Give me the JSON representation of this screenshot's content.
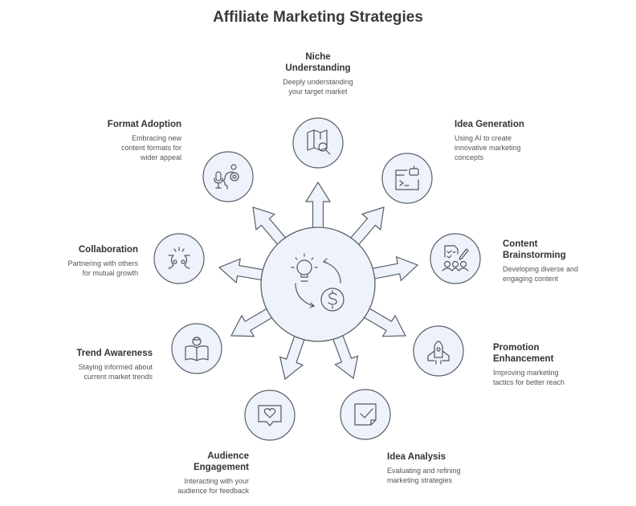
{
  "title": "Affiliate Marketing Strategies",
  "colors": {
    "fill": "#edf2fb",
    "stroke": "#5a5f68",
    "text": "#333333"
  },
  "center": {
    "icon": "lightbulb-dollar-cycle-icon"
  },
  "nodes": [
    {
      "id": "niche",
      "title_lines": [
        "Niche",
        "Understanding"
      ],
      "title": "Niche Understanding",
      "desc_lines": [
        "Deeply understanding",
        "your target market"
      ],
      "icon": "map-search-icon"
    },
    {
      "id": "idea-generation",
      "title_lines": [
        "Idea Generation"
      ],
      "title": "Idea Generation",
      "desc_lines": [
        "Using AI to create",
        "innovative marketing",
        "concepts"
      ],
      "icon": "terminal-robot-icon"
    },
    {
      "id": "content-brainstorming",
      "title_lines": [
        "Content",
        "Brainstorming"
      ],
      "title": "Content Brainstorming",
      "desc_lines": [
        "Developing diverse and",
        "engaging content"
      ],
      "icon": "checklist-team-icon"
    },
    {
      "id": "promotion-enhancement",
      "title_lines": [
        "Promotion",
        "Enhancement"
      ],
      "title": "Promotion Enhancement",
      "desc_lines": [
        "Improving marketing",
        "tactics for better reach"
      ],
      "icon": "rocket-icon"
    },
    {
      "id": "idea-analysis",
      "title_lines": [
        "Idea Analysis"
      ],
      "title": "Idea Analysis",
      "desc_lines": [
        "Evaluating and refining",
        "marketing strategies"
      ],
      "icon": "checkbox-note-icon"
    },
    {
      "id": "audience-engagement",
      "title_lines": [
        "Audience",
        "Engagement"
      ],
      "title": "Audience Engagement",
      "desc_lines": [
        "Interacting with your",
        "audience for feedback"
      ],
      "icon": "heart-chat-icon"
    },
    {
      "id": "trend-awareness",
      "title_lines": [
        "Trend Awareness"
      ],
      "title": "Trend Awareness",
      "desc_lines": [
        "Staying informed about",
        "current market trends"
      ],
      "icon": "reading-person-icon"
    },
    {
      "id": "collaboration",
      "title_lines": [
        "Collaboration"
      ],
      "title": "Collaboration",
      "desc_lines": [
        "Partnering with others",
        "for mutual growth"
      ],
      "icon": "faces-together-icon"
    },
    {
      "id": "format-adoption",
      "title_lines": [
        "Format Adoption"
      ],
      "title": "Format Adoption",
      "desc_lines": [
        "Embracing new",
        "content formats for",
        "wider appeal"
      ],
      "icon": "microphone-head-icon"
    }
  ]
}
